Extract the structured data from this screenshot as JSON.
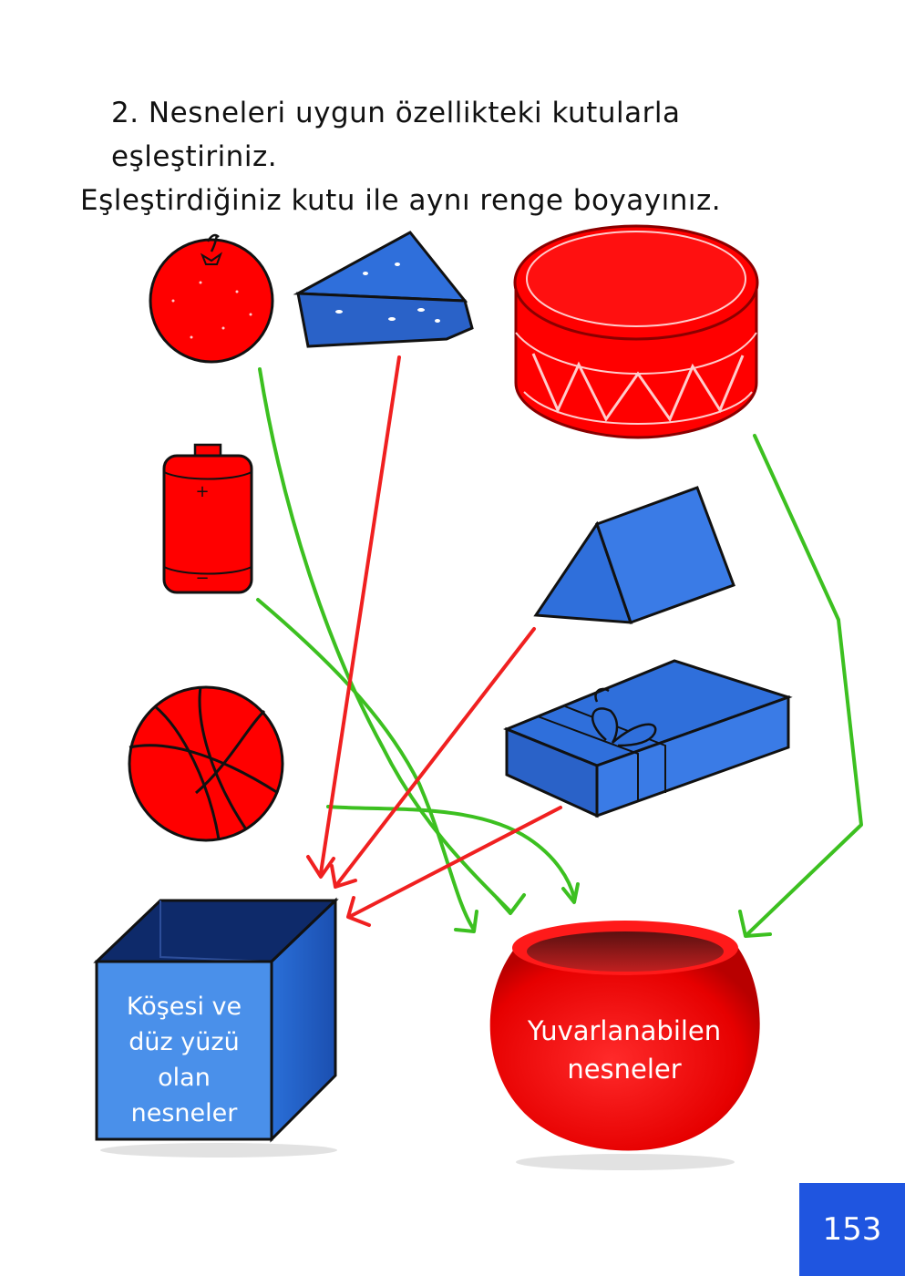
{
  "instruction": {
    "line1": "2. Nesneleri uygun özellikteki kutularla eşleştiriniz.",
    "line2": "Eşleştirdiğiniz kutu ile aynı renge boyayınız."
  },
  "objects": [
    {
      "name": "orange",
      "color": "#ff0000"
    },
    {
      "name": "cheese",
      "color": "#2f6fdb"
    },
    {
      "name": "drum",
      "color": "#ff0000"
    },
    {
      "name": "battery",
      "color": "#ff0000",
      "symbols": {
        "plus": "+",
        "minus": "−"
      }
    },
    {
      "name": "triangular-prism",
      "color": "#2f6fdb"
    },
    {
      "name": "basketball",
      "color": "#ff0000"
    },
    {
      "name": "gift-box",
      "color": "#2f6fdb"
    }
  ],
  "targets": {
    "cube_box": {
      "lines": [
        "Köşesi ve",
        "düz yüzü",
        "olan",
        "nesneler"
      ],
      "color": "#3a86e6"
    },
    "round_bowl": {
      "lines": [
        "Yuvarlanabilen",
        "nesneler"
      ],
      "color": "#ff0000"
    }
  },
  "arrow_colors": {
    "red": "#f02020",
    "green": "#3cc020"
  },
  "page_number": "153"
}
